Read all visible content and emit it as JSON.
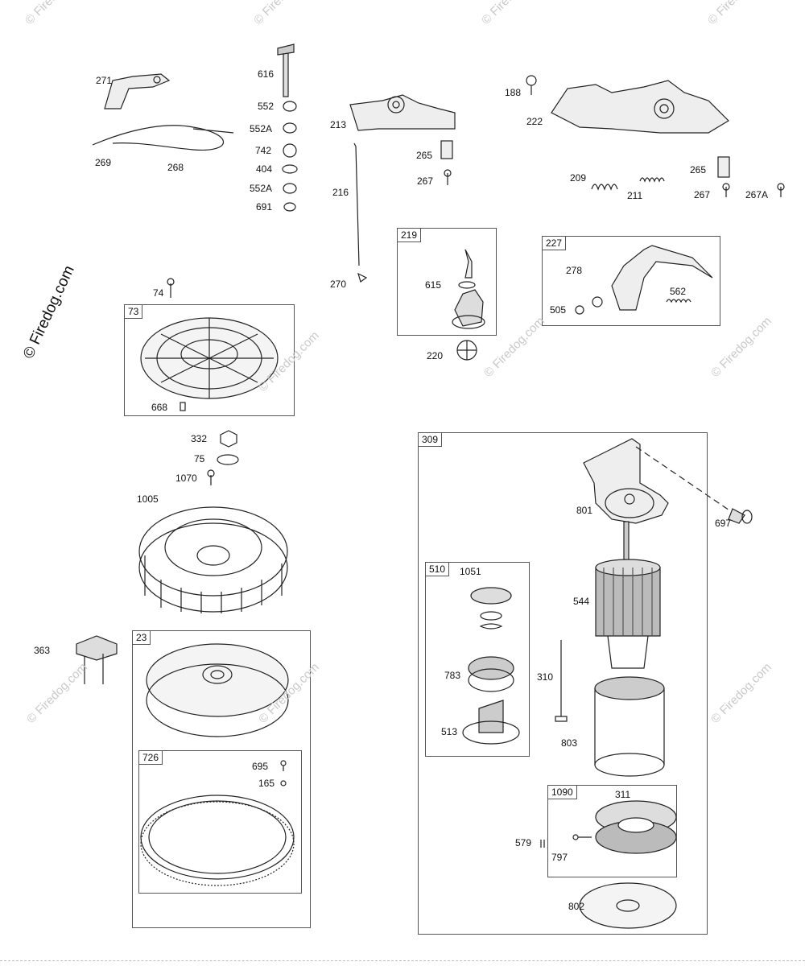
{
  "watermark": "© Firedog.com",
  "copyright": "© Firedog.com",
  "labels": [
    "271",
    "616",
    "552",
    "552A",
    "742",
    "404",
    "552A",
    "691",
    "269",
    "268",
    "213",
    "216",
    "265",
    "267",
    "270",
    "188",
    "222",
    "209",
    "211",
    "265",
    "267",
    "267A",
    "219",
    "615",
    "220",
    "227",
    "278",
    "562",
    "505",
    "74",
    "73",
    "668",
    "332",
    "75",
    "1070",
    "1005",
    "309",
    "801",
    "697",
    "510",
    "1051",
    "544",
    "783",
    "513",
    "310",
    "803",
    "363",
    "23",
    "726",
    "695",
    "165",
    "1090",
    "311",
    "579",
    "797",
    "802"
  ],
  "boxes": [
    "219",
    "227",
    "73",
    "309",
    "510",
    "23",
    "726",
    "1090"
  ]
}
